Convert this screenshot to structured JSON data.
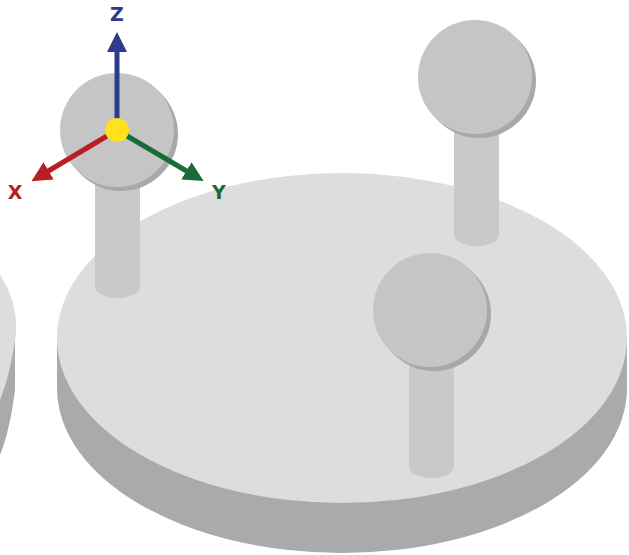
{
  "diagram": {
    "labels": [
      "Z",
      "X",
      "Y"
    ]
  }
}
